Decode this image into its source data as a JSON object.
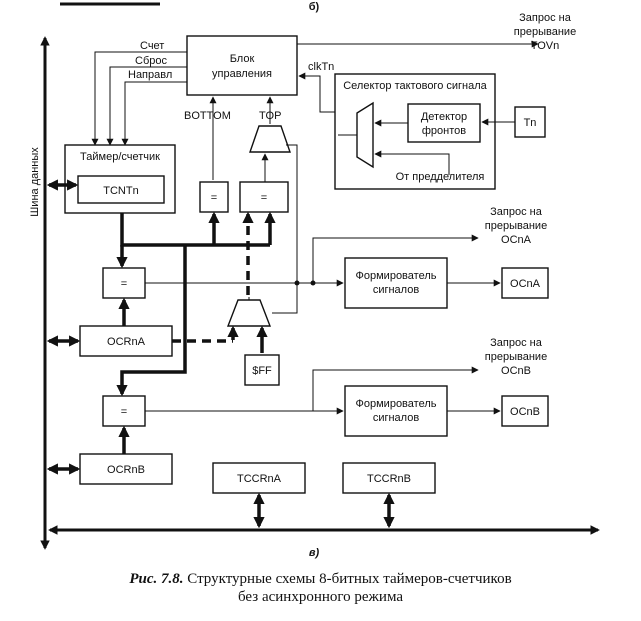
{
  "top_marker": "б)",
  "bottom_marker": "в)",
  "data_bus_label": "Шина данных",
  "irq_tov": "Запрос на прерывание TOVn",
  "irq_tov_lines": [
    "Запрос на",
    "прерывание",
    "TOVn"
  ],
  "irq_oca_lines": [
    "Запрос на",
    "прерывание",
    "OCnA"
  ],
  "irq_ocb_lines": [
    "Запрос на",
    "прерывание",
    "OCnB"
  ],
  "control_block_lines": [
    "Блок",
    "управления"
  ],
  "signals": {
    "count": "Счет",
    "reset": "Сброс",
    "direction": "Направл",
    "bottom": "BOTTOM",
    "top": "TOP",
    "clk": "clkTn"
  },
  "clock_selector": "Селектор тактового сигнала",
  "edge_detector_lines": [
    "Детектор",
    "фронтов"
  ],
  "prescaler": "От предделителя",
  "tn_pin": "Tn",
  "timer_counter": "Таймер/счетчик",
  "tcnt": "TCNTn",
  "eq": "=",
  "ocra": "OCRnA",
  "ocrb": "OCRnB",
  "sff": "$FF",
  "waveform_lines": [
    "Формирователь",
    "сигналов"
  ],
  "oca_pin": "OCnA",
  "ocb_pin": "OCnB",
  "tccra": "TCCRnA",
  "tccrb": "TCCRnB",
  "caption": {
    "figure": "Рис. 7.8.",
    "line1": "Структурные схемы 8-битных таймеров-счетчиков",
    "line2": "без асинхронного режима"
  }
}
